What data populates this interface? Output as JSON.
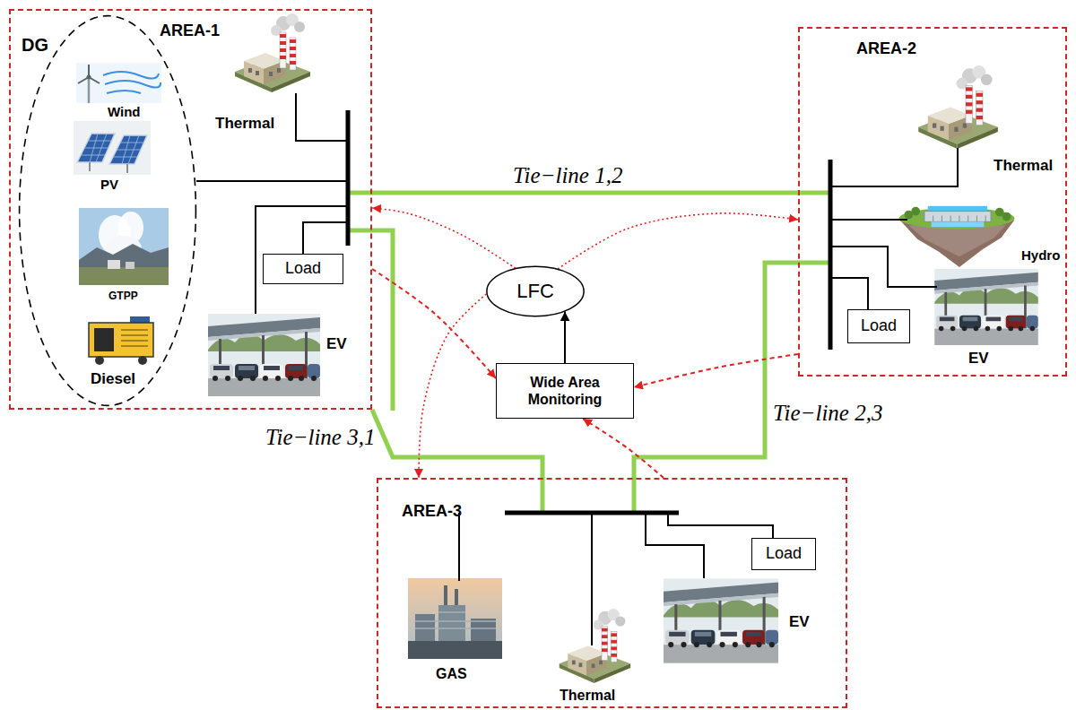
{
  "diagram": {
    "nodes": [
      {
        "text": [
          "AREA-1"
        ]
      },
      {
        "text": [
          "DG"
        ],
        "in": 0
      },
      {
        "text": [
          "Load"
        ],
        "in": 0
      },
      {
        "text": [
          "AREA-2"
        ]
      },
      {
        "text": [
          "Load"
        ],
        "in": 3
      },
      {
        "text": [
          "LFC"
        ]
      },
      {
        "text": [
          "Wide Area Monitoring"
        ]
      },
      {
        "text": [
          "AREA-3"
        ]
      },
      {
        "text": [
          "Load"
        ],
        "in": 7
      }
    ],
    "edges": [
      {
        "from": 0,
        "to": 3,
        "label": "Tie−line 1,2",
        "arrow": "none"
      },
      {
        "from": 3,
        "to": 7,
        "label": "Tie−line 2,3",
        "arrow": "none"
      },
      {
        "from": 7,
        "to": 0,
        "label": "Tie−line 3,1",
        "arrow": "none"
      },
      {
        "from": 5,
        "to": 0,
        "arrow": "to"
      },
      {
        "from": 5,
        "to": 3,
        "arrow": "to"
      },
      {
        "from": 5,
        "to": 7,
        "arrow": "to"
      },
      {
        "from": 0,
        "to": 6,
        "arrow": "to"
      },
      {
        "from": 3,
        "to": 6,
        "arrow": "to"
      },
      {
        "from": 7,
        "to": 6,
        "arrow": "to"
      },
      {
        "from": 6,
        "to": 5,
        "arrow": "to"
      }
    ],
    "labels": [
      "Wind",
      "PV",
      "GTPP",
      "Diesel",
      "Thermal",
      "EV",
      "Thermal",
      "Hydro",
      "EV",
      "GAS",
      "Thermal",
      "EV"
    ]
  }
}
